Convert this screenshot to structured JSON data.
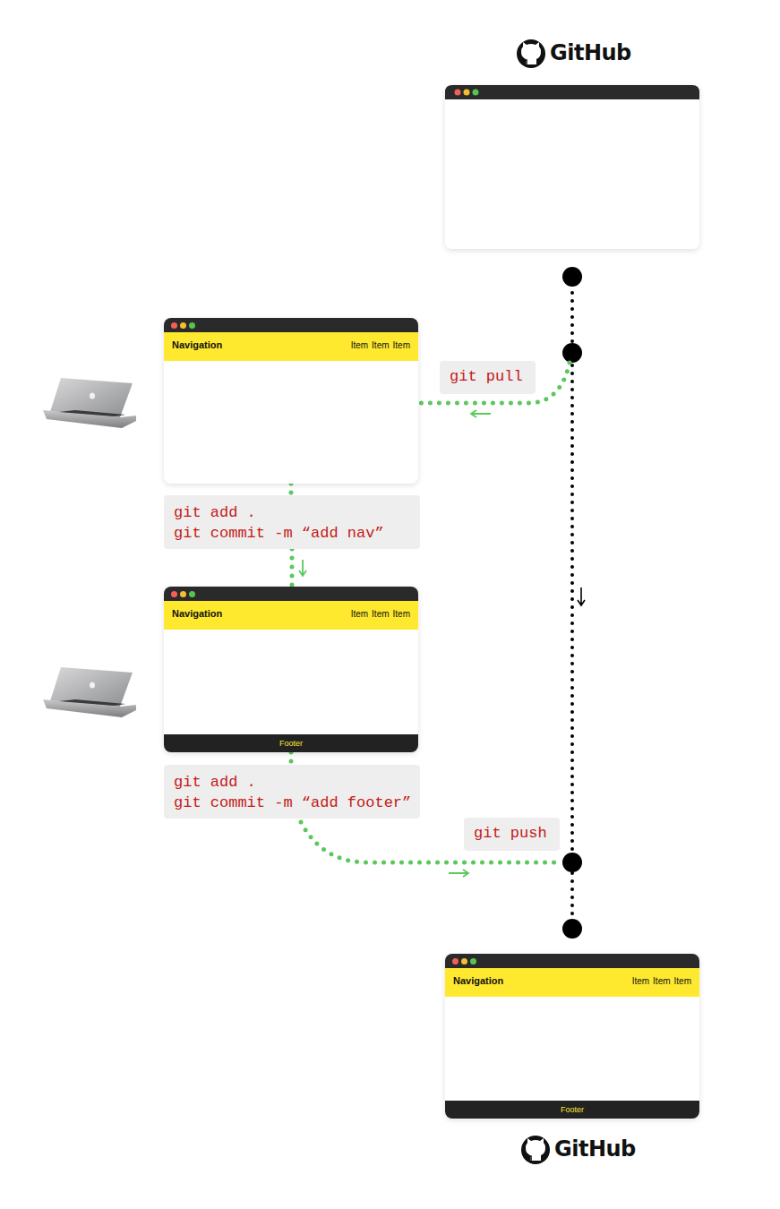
{
  "diagram": {
    "nodes": [
      {
        "text": [
          "Navigation",
          "Item",
          "Item",
          "Item"
        ]
      },
      {
        "text": [
          "git pull"
        ]
      },
      {
        "text": [
          "git add .",
          "git commit -m “add nav”"
        ]
      },
      {
        "text": [
          "Navigation",
          "Item",
          "Item",
          "Item",
          "Footer"
        ]
      },
      {
        "text": [
          "git add .",
          "git commit -m “add footer”"
        ]
      },
      {
        "text": [
          "git push"
        ]
      },
      {
        "text": [
          "Navigation",
          "Item",
          "Item",
          "Item",
          "Footer"
        ]
      }
    ],
    "edges": [
      {
        "from": 0,
        "to": 2,
        "arrow": "none"
      },
      {
        "from": 2,
        "to": 3,
        "arrow": "to"
      },
      {
        "from": 3,
        "to": 4,
        "arrow": "none"
      }
    ],
    "labels": [
      "GitHub",
      "GitHub"
    ]
  }
}
